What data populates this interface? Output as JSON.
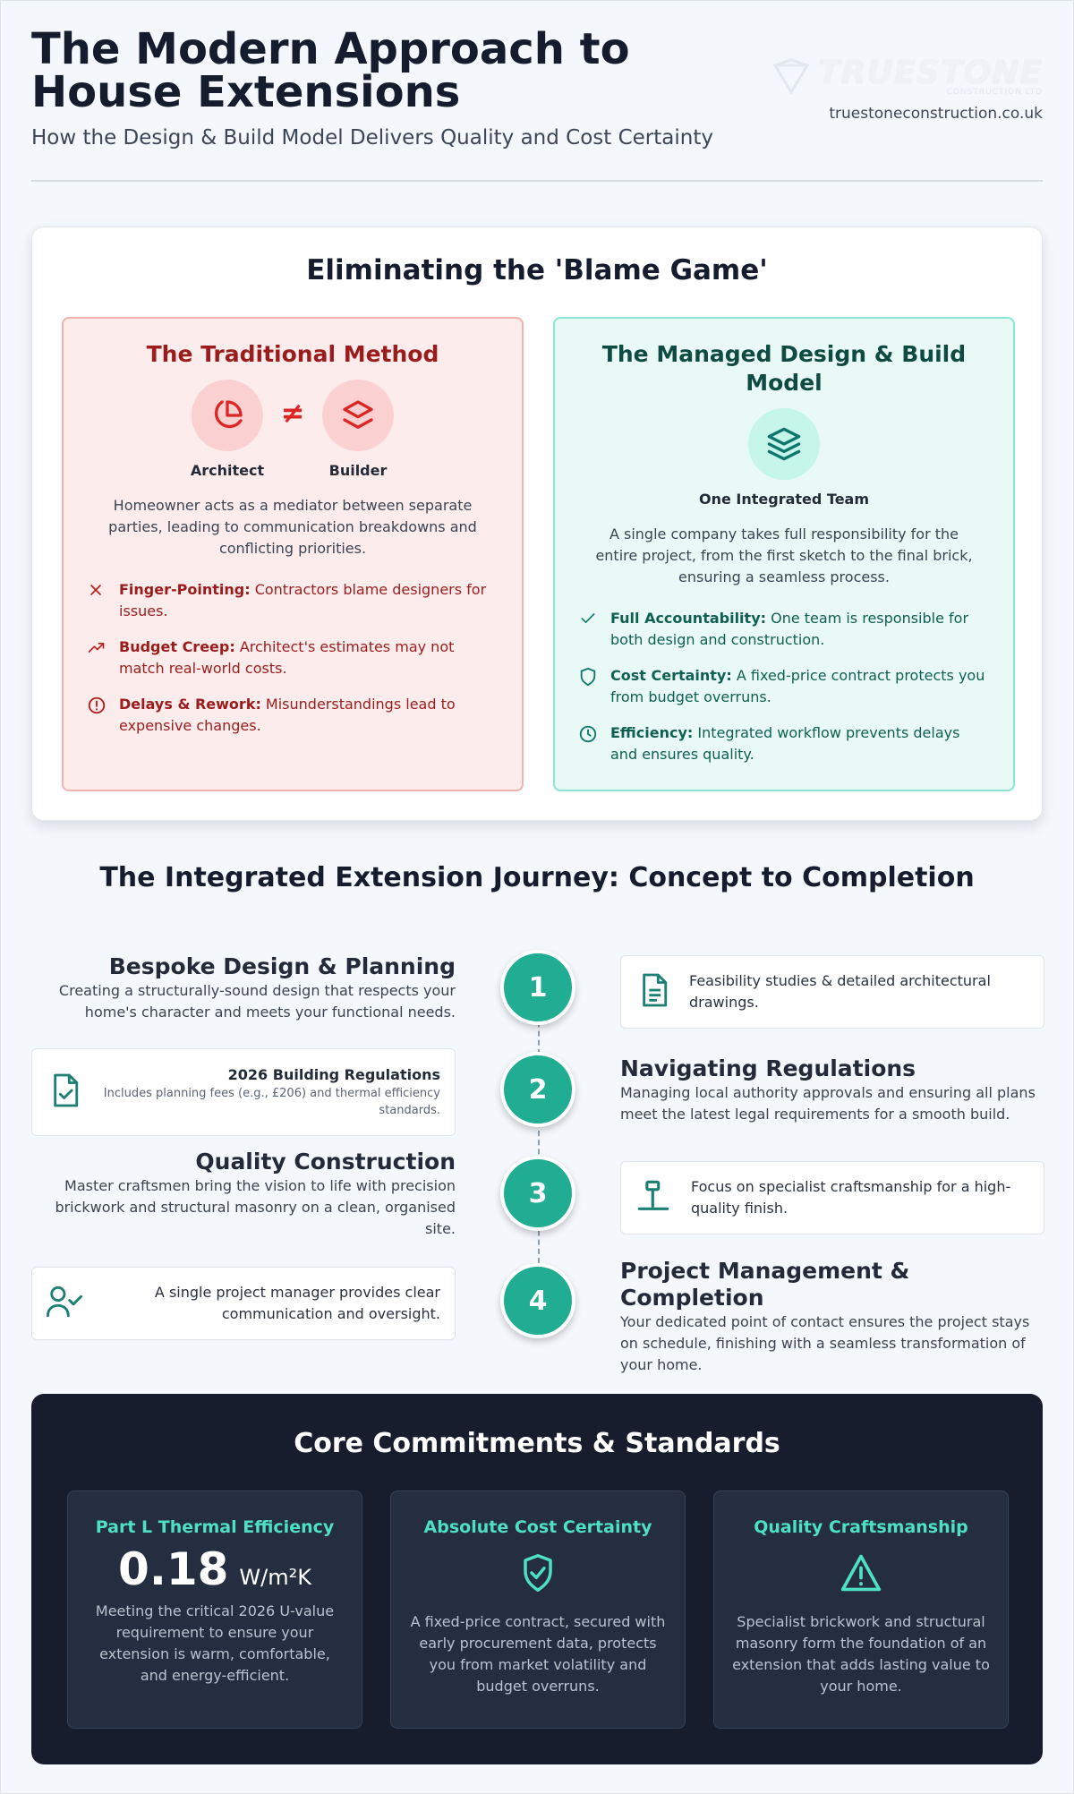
{
  "header": {
    "title": "The Modern Approach to House Extensions",
    "subtitle": "How the Design & Build Model Delivers Quality and Cost Certainty",
    "logo_name": "TRUESTONE",
    "logo_tag": "CONSTRUCTION LTD",
    "website": "truestoneconstruction.co.uk"
  },
  "blame": {
    "title": "Eliminating the 'Blame Game'",
    "traditional": {
      "title": "The Traditional Method",
      "left_label": "Architect",
      "right_label": "Builder",
      "neq": "≠",
      "description": "Homeowner acts as a mediator between separate parties, leading to communication breakdowns and conflicting priorities.",
      "points": [
        {
          "bold": "Finger-Pointing:",
          "text": " Contractors blame designers for issues.",
          "icon": "x-icon"
        },
        {
          "bold": "Budget Creep:",
          "text": " Architect's estimates may not match real-world costs.",
          "icon": "trending-up-icon"
        },
        {
          "bold": "Delays & Rework:",
          "text": " Misunderstandings lead to expensive changes.",
          "icon": "alert-circle-icon"
        }
      ]
    },
    "managed": {
      "title": "The Managed Design & Build Model",
      "team_label": "One Integrated Team",
      "description": "A single company takes full responsibility for the entire project, from the first sketch to the final brick, ensuring a seamless process.",
      "points": [
        {
          "bold": "Full Accountability:",
          "text": " One team is responsible for both design and construction.",
          "icon": "check-icon"
        },
        {
          "bold": "Cost Certainty:",
          "text": " A fixed-price contract protects you from budget overruns.",
          "icon": "shield-icon"
        },
        {
          "bold": "Efficiency:",
          "text": " Integrated workflow prevents delays and ensures quality.",
          "icon": "clock-icon"
        }
      ]
    }
  },
  "journey": {
    "title": "The Integrated Extension Journey: Concept to Completion",
    "steps": [
      {
        "num": "1",
        "heading": "Bespoke Design & Planning",
        "text": "Creating a structurally-sound design that respects your home's character and meets your functional needs.",
        "box_text": "Feasibility studies & detailed architectural drawings."
      },
      {
        "num": "2",
        "heading": "Navigating Regulations",
        "text": "Managing local authority approvals and ensuring all plans meet the latest legal requirements for a smooth build.",
        "box_title": "2026 Building Regulations",
        "box_text": "Includes planning fees (e.g., £206) and thermal efficiency standards."
      },
      {
        "num": "3",
        "heading": "Quality Construction",
        "text": "Master craftsmen bring the vision to life with precision brickwork and structural masonry on a clean, organised site.",
        "box_text": "Focus on specialist craftsmanship for a high-quality finish."
      },
      {
        "num": "4",
        "heading": "Project Management & Completion",
        "text": "Your dedicated point of contact ensures the project stays on schedule, finishing with a seamless transformation of your home.",
        "box_text": "A single project manager provides clear communication and oversight."
      }
    ]
  },
  "core": {
    "title": "Core Commitments & Standards",
    "cards": [
      {
        "title": "Part L Thermal Efficiency",
        "value": "0.18",
        "unit": "W/m²K",
        "text": "Meeting the critical 2026 U-value requirement to ensure your extension is warm, comfortable, and energy-efficient."
      },
      {
        "title": "Absolute Cost Certainty",
        "text": "A fixed-price contract, secured with early procurement data, protects you from market volatility and budget overruns."
      },
      {
        "title": "Quality Craftsmanship",
        "text": "Specialist brickwork and structural masonry form the foundation of an extension that adds lasting value to your home."
      }
    ]
  },
  "colors": {
    "accent": "#20ad92",
    "danger": "#dc2626",
    "dark": "#171d2c"
  }
}
